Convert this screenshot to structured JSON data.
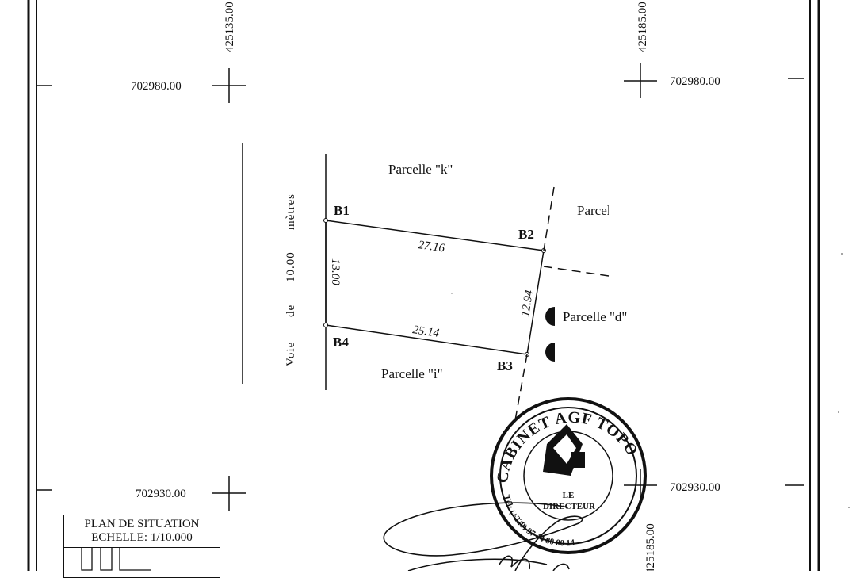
{
  "coordinates": {
    "north_top_left": "702980.00",
    "north_top_right": "702980.00",
    "north_bottom_left": "702930.00",
    "north_bottom_right": "702930.00",
    "east_top_left": "425135.00",
    "east_top_right": "425185.00",
    "east_bottom_right": "425185.00"
  },
  "road": {
    "label_word1": "Voie",
    "label_word2": "de",
    "label_word3": "10.00",
    "label_word4": "mètres"
  },
  "boundary_markers": [
    "B1",
    "B2",
    "B3",
    "B4"
  ],
  "dimensions": {
    "north_side": "27.16",
    "south_side": "25.14",
    "west_side": "13.00",
    "east_side": "12.94"
  },
  "neighbours": {
    "north": "Parcelle \"k\"",
    "south": "Parcelle \"i\"",
    "east_upper": "Parcelle \"e\"",
    "east_lower": "Parcelle \"d\""
  },
  "stamp": {
    "ring_text": "CABINET AGF TOPO",
    "phone_text": "Tél: (+229) 97 44 80 00 14",
    "center_line1": "LE",
    "center_line2": "DIRECTEUR"
  },
  "situation_plan": {
    "title": "PLAN DE SITUATION",
    "scale": "ECHELLE: 1/10.000"
  }
}
